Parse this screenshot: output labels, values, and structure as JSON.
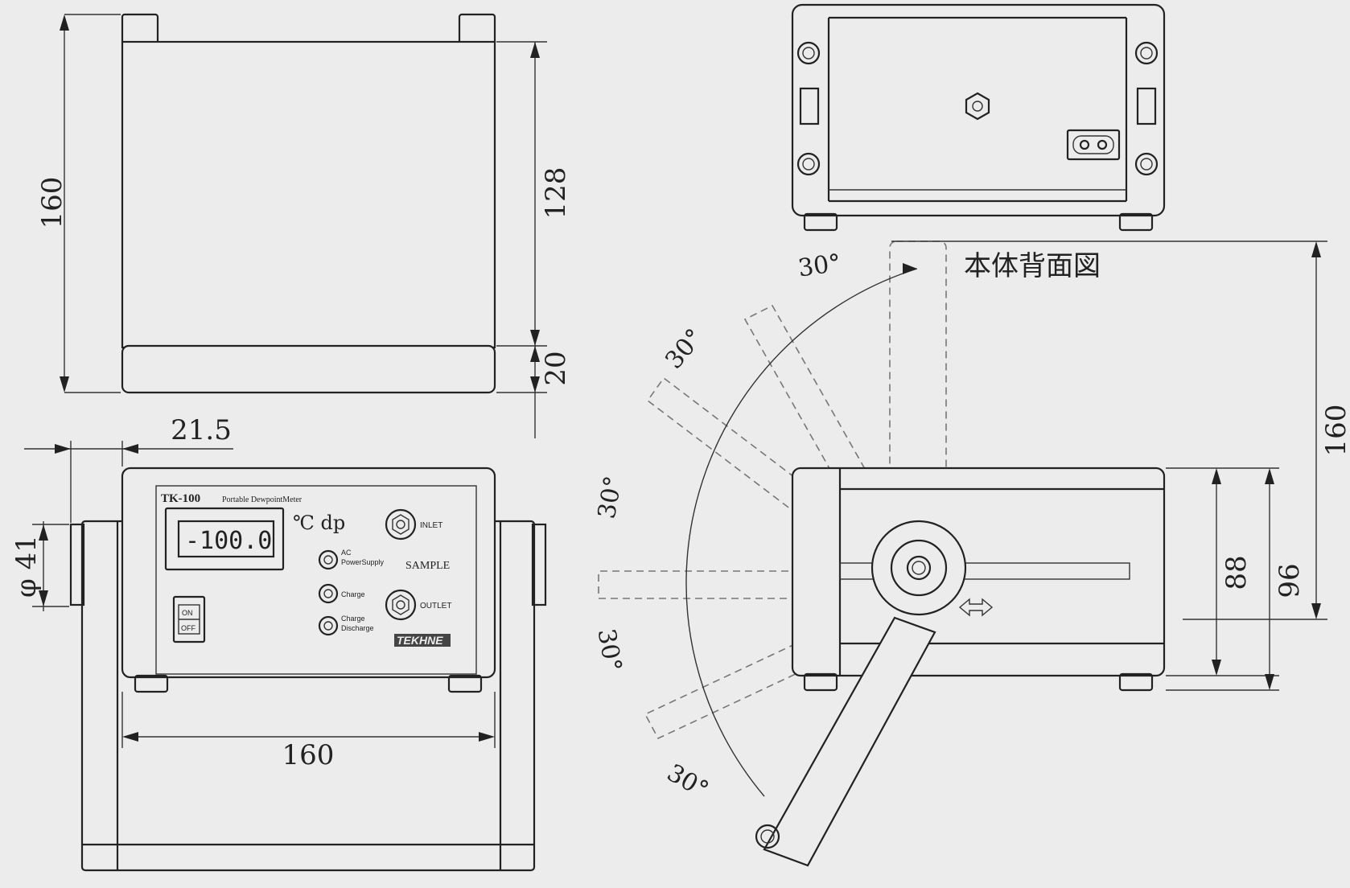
{
  "dimensions": {
    "top_height": "160",
    "top_body": "128",
    "top_base": "20",
    "front_offset": "21.5",
    "front_diameter": "φ 41",
    "front_width": "160",
    "side_height": "160",
    "side_88": "88",
    "side_96": "96"
  },
  "angles": [
    "30°",
    "30°",
    "30°",
    "30°",
    "30°"
  ],
  "rear_view_label": "本体背面図",
  "front_panel": {
    "model": "TK-100",
    "subtitle": "Portable DewpointMeter",
    "display": "-100.0",
    "unit": "℃ dp",
    "inlet": "INLET",
    "outlet": "OUTLET",
    "sample": "SAMPLE",
    "ac_line1": "AC",
    "ac_line2": "PowerSupply",
    "charge": "Charge",
    "discharge_line1": "Charge",
    "discharge_line2": "Discharge",
    "switch_on": "ON",
    "switch_off": "OFF",
    "logo": "TEKHNE"
  }
}
